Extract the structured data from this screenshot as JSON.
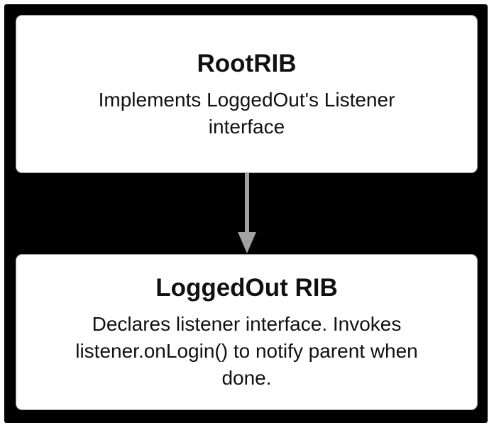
{
  "diagram": {
    "type": "flow-diagram",
    "colors": {
      "page_background": "#ffffff",
      "canvas_background": "#000000",
      "node_background": "#ffffff",
      "node_border": "#999999",
      "node_text": "#111111",
      "arrow": "#a1a1a1"
    },
    "nodes": [
      {
        "id": "root-rib",
        "title": "RootRIB",
        "description": "Implements LoggedOut's Listener interface",
        "description_lines": [
          "Implements LoggedOut's Listener",
          "interface"
        ]
      },
      {
        "id": "loggedout-rib",
        "title": "LoggedOut RIB",
        "description": "Declares listener interface. Invokes listener.onLogin() to notify parent when done.",
        "description_lines": [
          "Declares listener interface. Invokes",
          "listener.onLogin() to notify parent when",
          "done."
        ]
      }
    ],
    "edges": [
      {
        "from": "root-rib",
        "to": "loggedout-rib",
        "direction": "down",
        "style": "solid-arrow"
      }
    ]
  }
}
